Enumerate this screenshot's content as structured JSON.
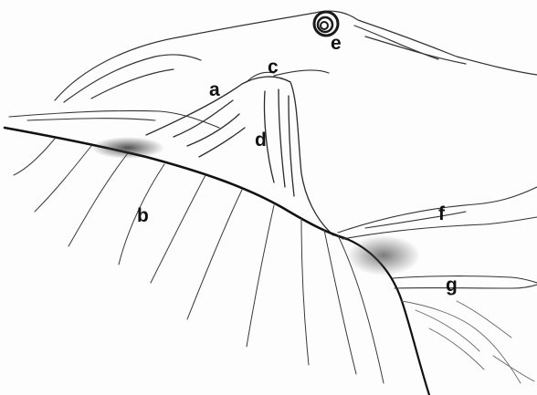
{
  "labels": {
    "a": "a",
    "b": "b",
    "c": "c",
    "d": "d",
    "e": "e",
    "f": "f",
    "g": "g"
  },
  "colors": {
    "background": "#fdfdfd",
    "ink": "#222222",
    "shade": "#555555"
  }
}
